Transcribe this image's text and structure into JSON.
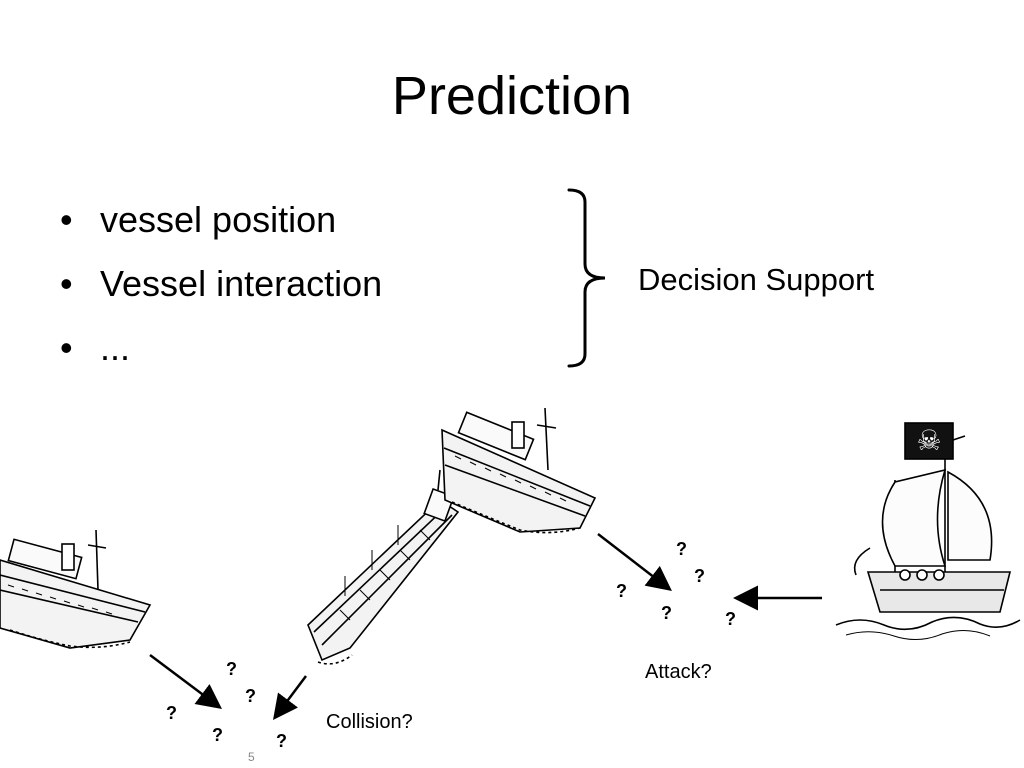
{
  "slide": {
    "title": "Prediction",
    "bullets": [
      "vessel position",
      "Vessel interaction",
      "..."
    ],
    "bracket_label": "Decision Support",
    "scenarios": {
      "collision": {
        "label": "Collision?",
        "question_marks": [
          "?",
          "?",
          "?",
          "?",
          "?"
        ]
      },
      "attack": {
        "label": "Attack?",
        "question_marks": [
          "?",
          "?",
          "?",
          "?",
          "?"
        ]
      }
    },
    "page_number": "5"
  },
  "pirate_flag": {
    "symbol": "☠"
  },
  "colors": {
    "text": "#000000",
    "page_number": "#888888",
    "background": "#ffffff"
  }
}
